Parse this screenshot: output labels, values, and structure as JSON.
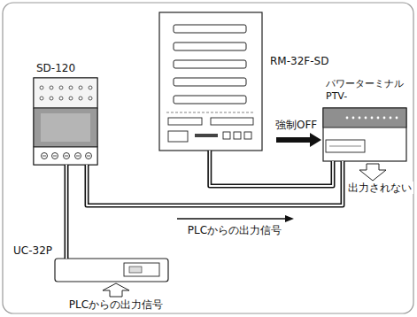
{
  "diagram": {
    "nodes": [
      {
        "text": [
          "RM-32F-SD"
        ]
      },
      {
        "text": [
          "SD-120"
        ]
      },
      {
        "text": [
          "パワーターミナル PTV-"
        ]
      },
      {
        "text": [
          "UC-32P"
        ]
      }
    ],
    "edges": [
      {
        "from": 0,
        "to": 2,
        "arrow": "none"
      },
      {
        "from": 1,
        "to": 2,
        "arrow": "none"
      },
      {
        "from": 3,
        "to": 1,
        "arrow": "none"
      }
    ],
    "labels": [
      "強制OFF",
      "PLCからの出力信号",
      "出力されない",
      "PLCからの出力信号"
    ]
  }
}
